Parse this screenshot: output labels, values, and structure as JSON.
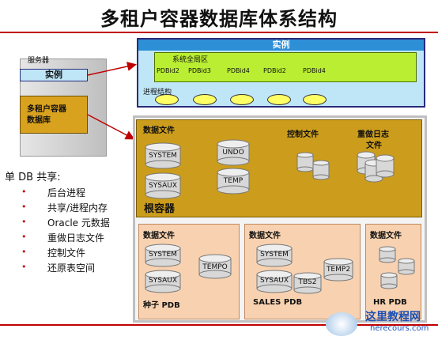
{
  "title": "多租户容器数据库体系结构",
  "instance": {
    "header": "实例",
    "sga_title": "系统全局区",
    "sga_items": [
      "PDBid2",
      "PDBid3",
      "PDBid4",
      "PDBid2",
      "PDBid4"
    ],
    "process_label": "进程结构"
  },
  "server": {
    "label": "服务器",
    "instance_label": "实例",
    "db_label_line1": "多租户容器",
    "db_label_line2": "数据库"
  },
  "root": {
    "title": "根容器",
    "datafiles_label": "数据文件",
    "datafiles": [
      "SYSTEM",
      "SYSAUX"
    ],
    "undo": "UNDO",
    "temp": "TEMP",
    "control_label": "控制文件",
    "redo_label_line1": "重做日志",
    "redo_label_line2": "文件"
  },
  "pdbs": [
    {
      "title": "种子 PDB",
      "datafiles_label": "数据文件",
      "files": [
        "SYSTEM",
        "SYSAUX"
      ],
      "temp": "TEMPO"
    },
    {
      "title": "SALES PDB",
      "datafiles_label": "数据文件",
      "files": [
        "SYSTEM",
        "SYSAUX"
      ],
      "extra1": "TBS2",
      "temp": "TEMP2"
    },
    {
      "title": "HR PDB",
      "datafiles_label": "数据文件"
    }
  ],
  "shared": {
    "heading": "单 DB 共享:",
    "bullet": "•",
    "items": [
      "后台进程",
      "共享/进程内存",
      "Oracle 元数据",
      "重做日志文件",
      "控制文件",
      "还原表空间"
    ]
  },
  "watermark": {
    "name": "这里教程网",
    "url": "herecours.com"
  },
  "colors": {
    "instance_bg": "#bfe6f7",
    "sga_bg": "#b9ee33",
    "root_bg": "#cc9d1c",
    "pdb_bg": "#f8d2b0",
    "accent_red": "#c00000"
  }
}
